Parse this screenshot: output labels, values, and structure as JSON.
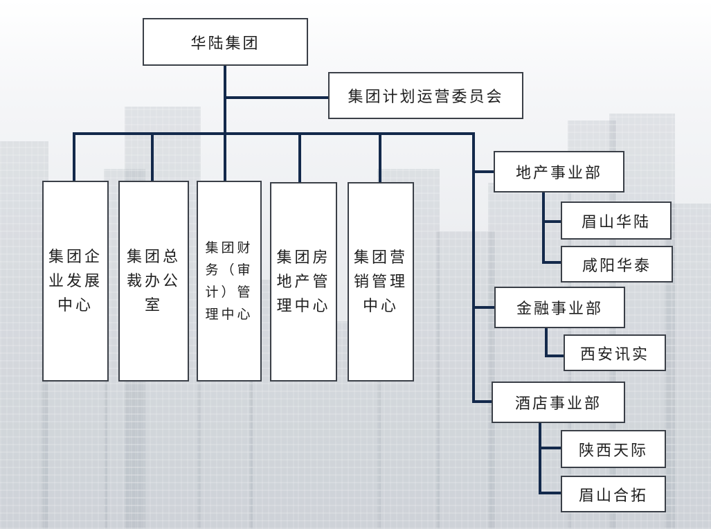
{
  "root": {
    "label": "华陆集团"
  },
  "committee": {
    "label": "集团计划运营委员会"
  },
  "centers": [
    {
      "label": "集团企业发展中心"
    },
    {
      "label": "集团总裁办公室"
    },
    {
      "label": "集团财务（审计）管理中心"
    },
    {
      "label": "集团房地产管理中心"
    },
    {
      "label": "集团营销管理中心"
    }
  ],
  "divisions": [
    {
      "label": "地产事业部",
      "subs": [
        {
          "label": "眉山华陆"
        },
        {
          "label": "咸阳华泰"
        }
      ]
    },
    {
      "label": "金融事业部",
      "subs": [
        {
          "label": "西安讯实"
        }
      ]
    },
    {
      "label": "酒店事业部",
      "subs": [
        {
          "label": "陕西天际"
        },
        {
          "label": "眉山合拓"
        }
      ]
    }
  ],
  "colors": {
    "connector": "#13294b",
    "border": "#3a3f47",
    "box": "#ffffff"
  }
}
